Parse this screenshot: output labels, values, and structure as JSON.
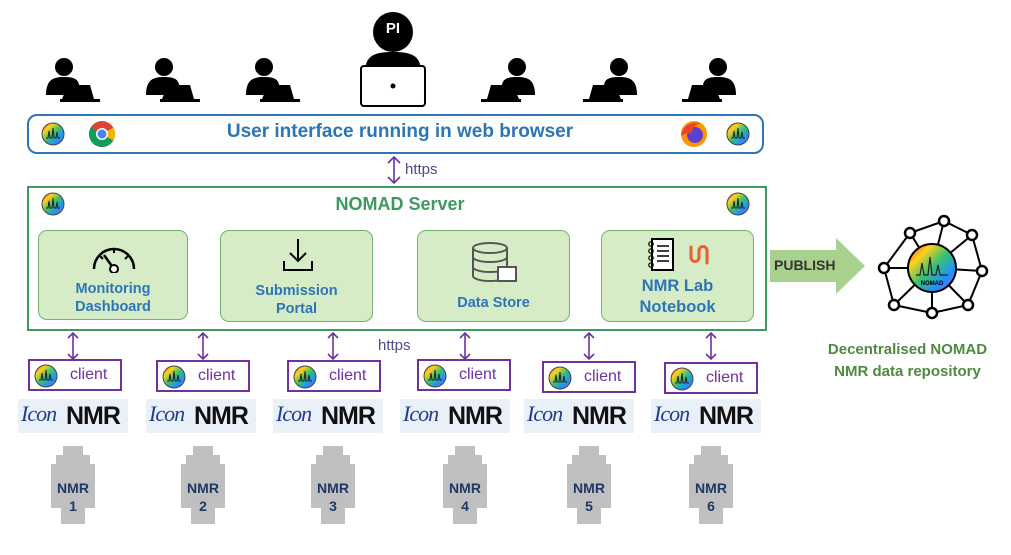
{
  "users": {
    "pi_label": "PI"
  },
  "browser": {
    "title": "User interface running in web browser"
  },
  "protocol": {
    "upper": "https",
    "lower": "https"
  },
  "server": {
    "title": "NOMAD Server",
    "modules": [
      {
        "label": "Monitoring Dashboard",
        "line1": "Monitoring",
        "line2": "Dashboard",
        "icon": "gauge-icon"
      },
      {
        "label": "Submission Portal",
        "line1": "Submission",
        "line2": "Portal",
        "icon": "download-icon"
      },
      {
        "label": "Data Store",
        "line1": "Data Store",
        "icon": "database-icon"
      },
      {
        "label": "NMR Lab Notebook",
        "line1": "NMR Lab",
        "line2": "Notebook",
        "icon": "notebook-icon"
      }
    ]
  },
  "publish": {
    "label": "PUBLISH"
  },
  "repository": {
    "caption_line1": "Decentralised NOMAD",
    "caption_line2": "NMR data repository",
    "logo_text": "NOMAD"
  },
  "clients": [
    {
      "label": "client"
    },
    {
      "label": "client"
    },
    {
      "label": "client"
    },
    {
      "label": "client"
    },
    {
      "label": "client"
    },
    {
      "label": "client"
    }
  ],
  "icon_software": {
    "prefix": "Icon",
    "suffix": "NMR"
  },
  "spectrometers": [
    {
      "name": "NMR",
      "number": "1"
    },
    {
      "name": "NMR",
      "number": "2"
    },
    {
      "name": "NMR",
      "number": "3"
    },
    {
      "name": "NMR",
      "number": "4"
    },
    {
      "name": "NMR",
      "number": "5"
    },
    {
      "name": "NMR",
      "number": "6"
    }
  ],
  "colors": {
    "browser_blue": "#2e75b6",
    "server_green": "#3c9a5f",
    "client_purple": "#7030a0",
    "module_fill": "#d6ecc6",
    "probe_grey": "#bfbfbf"
  }
}
